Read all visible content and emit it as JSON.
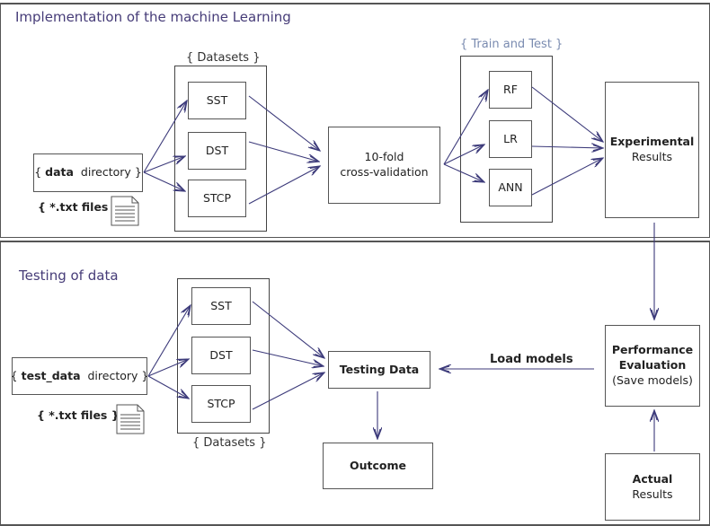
{
  "implementation": {
    "title": "Implementation of the machine Learning",
    "datasets_caption": "{ Datasets }",
    "datasets": [
      "SST",
      "DST",
      "STCP"
    ],
    "data_directory": {
      "open": "{",
      "name": "data",
      "suffix": "directory",
      "close": "}"
    },
    "txt_files": "{ *.txt files }",
    "cross_validation": {
      "line1": "10-fold",
      "line2": "cross-validation"
    },
    "train_test_caption": "{ Train and Test }",
    "models": [
      "RF",
      "LR",
      "ANN"
    ],
    "experimental": {
      "line1": "Experimental",
      "line2": "Results"
    }
  },
  "testing": {
    "title": "Testing of data",
    "datasets_caption": "{ Datasets }",
    "datasets": [
      "SST",
      "DST",
      "STCP"
    ],
    "data_directory": {
      "open": "{",
      "name": "test_data",
      "suffix": "directory",
      "close": "}"
    },
    "txt_files": "{ *.txt files }",
    "testing_data": "Testing Data",
    "outcome": "Outcome",
    "load_models": "Load models",
    "performance": {
      "line1": "Performance",
      "line2": "Evaluation",
      "line3": "(Save models)"
    },
    "actual": {
      "line1": "Actual",
      "line2": "Results"
    }
  },
  "colors": {
    "arrow": "#3c3a7a",
    "title": "#463c78",
    "caption_blue": "#7a8bb0",
    "border": "#555555"
  }
}
